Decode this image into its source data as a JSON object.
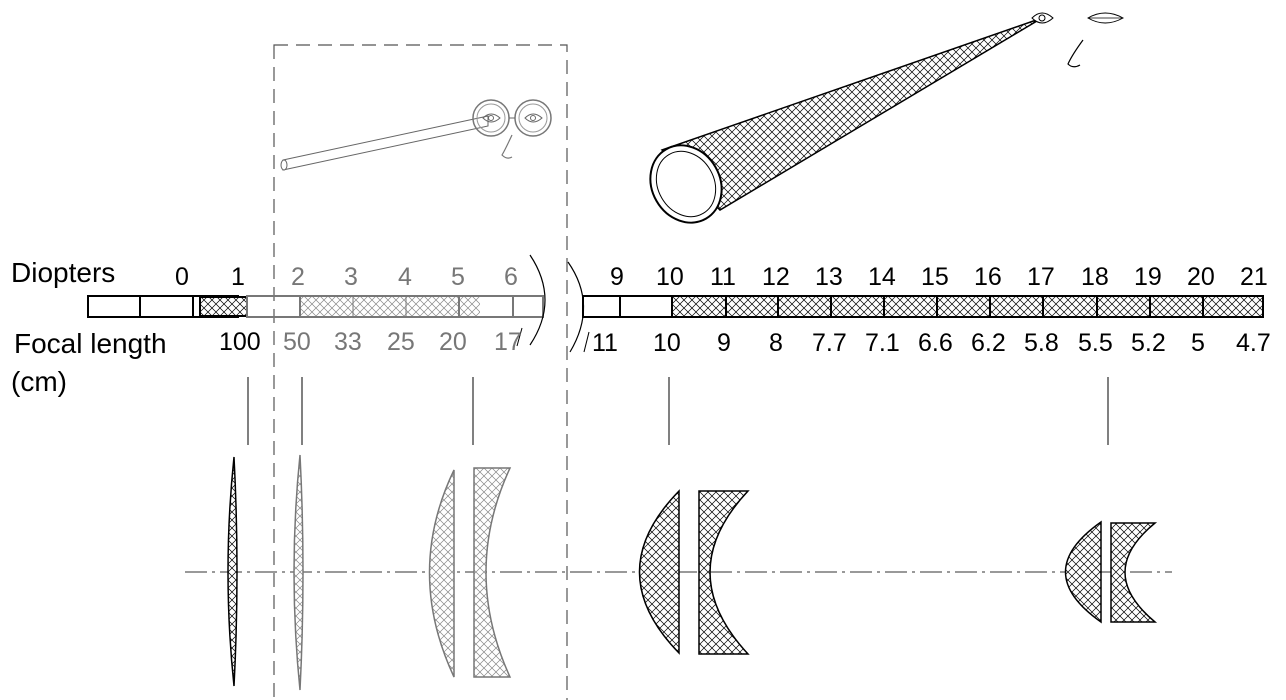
{
  "labels": {
    "diopters": "Diopters",
    "focal_length": "Focal length",
    "cm": "(cm)"
  },
  "diopters": {
    "left": [
      "0",
      "1",
      "2",
      "3",
      "4",
      "5",
      "6"
    ],
    "right": [
      "9",
      "10",
      "11",
      "12",
      "13",
      "14",
      "15",
      "16",
      "17",
      "18",
      "19",
      "20",
      "21"
    ]
  },
  "focal_lengths": {
    "left": [
      "100",
      "50",
      "33",
      "25",
      "20",
      "17"
    ],
    "right": [
      "11",
      "10",
      "9",
      "8",
      "7.7",
      "7.1",
      "6.6",
      "6.2",
      "5.8",
      "5.5",
      "5.2",
      "5",
      "4.7"
    ]
  },
  "colors": {
    "ink": "#000000",
    "gray_section": "#777777"
  }
}
